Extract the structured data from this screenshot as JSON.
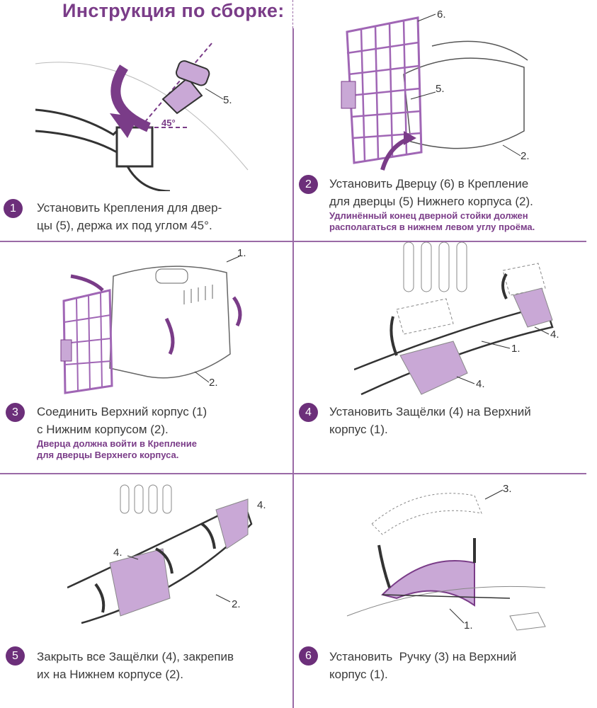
{
  "title": "Инструкция по сборке:",
  "colors": {
    "accent": "#6c2f7a",
    "part_fill": "#c9a8d6",
    "door": "#a066b5"
  },
  "steps": [
    {
      "number": "1",
      "text_lines": [
        "Установить Крепления для двер-",
        "цы (5), держа их под углом 45°."
      ],
      "note_lines": [],
      "labels": {
        "part": "5.",
        "angle": "45°"
      }
    },
    {
      "number": "2",
      "text_lines": [
        "Установить Дверцу (6) в Крепление",
        "для дверцы (5) Нижнего корпуса (2)."
      ],
      "note_lines": [
        "Удлинённый конец дверной стойки должен",
        "располагаться в нижнем левом углу проёма."
      ],
      "labels": {
        "door": "6.",
        "mount": "5.",
        "bottom": "2."
      }
    },
    {
      "number": "3",
      "text_lines": [
        "Соединить Верхний корпус (1)",
        "с Нижним корпусом (2)."
      ],
      "note_lines": [
        "Дверца должна войти в Крепление",
        "для дверцы Верхнего корпуса."
      ],
      "labels": {
        "top": "1.",
        "bottom": "2."
      }
    },
    {
      "number": "4",
      "text_lines": [
        "Установить Защёлки (4) на Верхний",
        "корпус (1)."
      ],
      "note_lines": [],
      "labels": {
        "latch_a": "4.",
        "top": "1.",
        "latch_b": "4."
      }
    },
    {
      "number": "5",
      "text_lines": [
        "Закрыть все Защёлки (4), закрепив",
        "их на Нижнем корпусе (2)."
      ],
      "note_lines": [],
      "labels": {
        "latch_a": "4.",
        "latch_b": "4.",
        "bottom": "2."
      }
    },
    {
      "number": "6",
      "text_lines": [
        "Установить  Ручку (3) на Верхний",
        "корпус (1)."
      ],
      "note_lines": [],
      "labels": {
        "handle": "3.",
        "top": "1."
      }
    }
  ]
}
